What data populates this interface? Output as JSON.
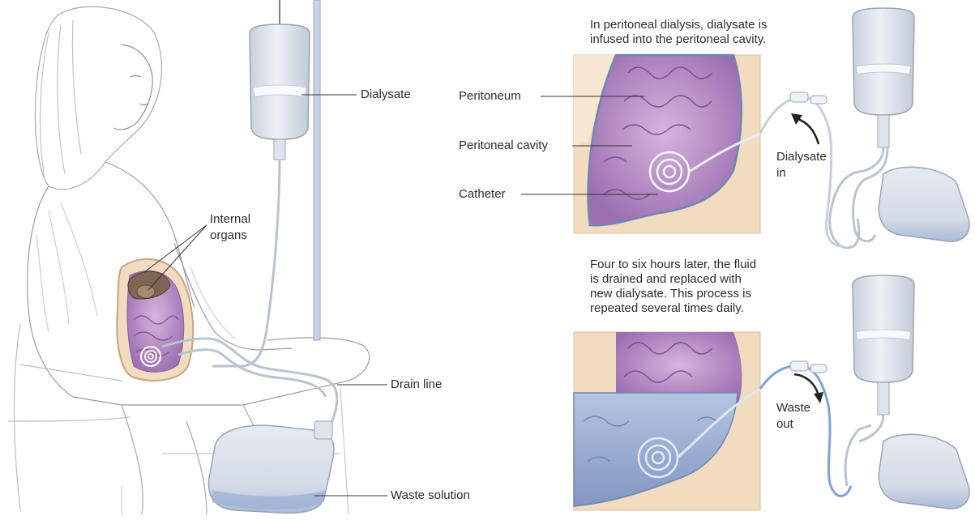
{
  "labels": {
    "dialysate": "Dialysate",
    "internal_organs_line1": "Internal",
    "internal_organs_line2": "organs",
    "drain_line": "Drain line",
    "waste_solution": "Waste solution",
    "peritoneum": "Peritoneum",
    "peritoneal_cavity": "Peritoneal cavity",
    "catheter": "Catheter",
    "dialysate_in_line1": "Dialysate",
    "dialysate_in_line2": "in",
    "waste_out_line1": "Waste",
    "waste_out_line2": "out"
  },
  "captions": {
    "top": [
      "In peritoneal dialysis, dialysate is",
      "infused into the peritoneal cavity."
    ],
    "bottom": [
      "Four to six hours later, the fluid",
      "is drained and replaced with",
      "new dialysate. This process is",
      "repeated several times daily."
    ]
  },
  "colors": {
    "skin": "#f2dcc0",
    "intestine": "#b58ac4",
    "intestine_dark": "#8a5fa0",
    "fluid": "#9fb2d6",
    "bag": "#dfe4ec",
    "bag_edge": "#9aa4b4",
    "tube": "#b9c3d0",
    "pole": "#b8c6d8",
    "line": "#333333"
  }
}
